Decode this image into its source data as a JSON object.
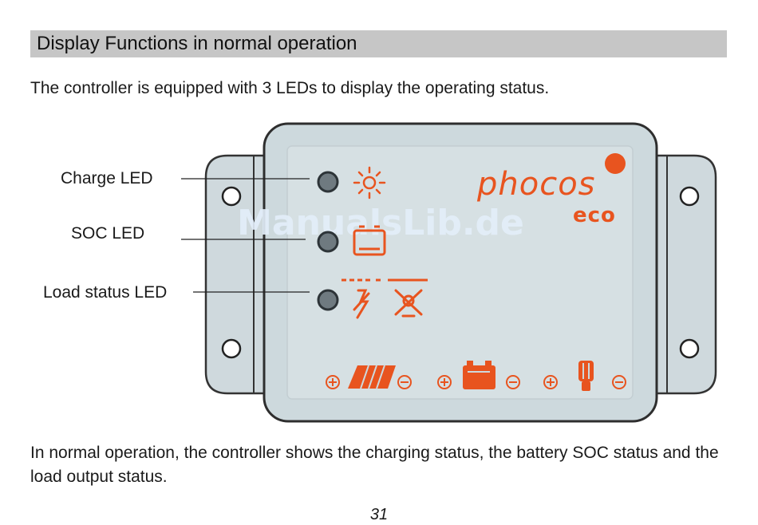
{
  "section": {
    "title": "Display Functions in normal operation"
  },
  "intro": "The controller is equipped with 3 LEDs to display the operating status.",
  "figure": {
    "labels": {
      "charge": "Charge LED",
      "soc": "SOC LED",
      "load": "Load status LED"
    },
    "brand": "phocos",
    "model": "eco",
    "watermark": "ManualsLib.de",
    "colors": {
      "brand_orange": "#e8541f",
      "case": "#ccd8dc",
      "case_edge": "#3a3a3a",
      "led": "#6f7a80",
      "watermark": "#e4effa"
    },
    "icons": [
      "sun-icon",
      "battery-icon",
      "load-off-icon",
      "lamp-off-icon",
      "solar-panel-icon",
      "battery-terminal-icon",
      "bulb-icon",
      "plus-icon",
      "minus-icon"
    ]
  },
  "outro": "In normal operation, the controller shows the charging status,  the battery SOC status and the load output status.",
  "page": {
    "number": "31"
  }
}
